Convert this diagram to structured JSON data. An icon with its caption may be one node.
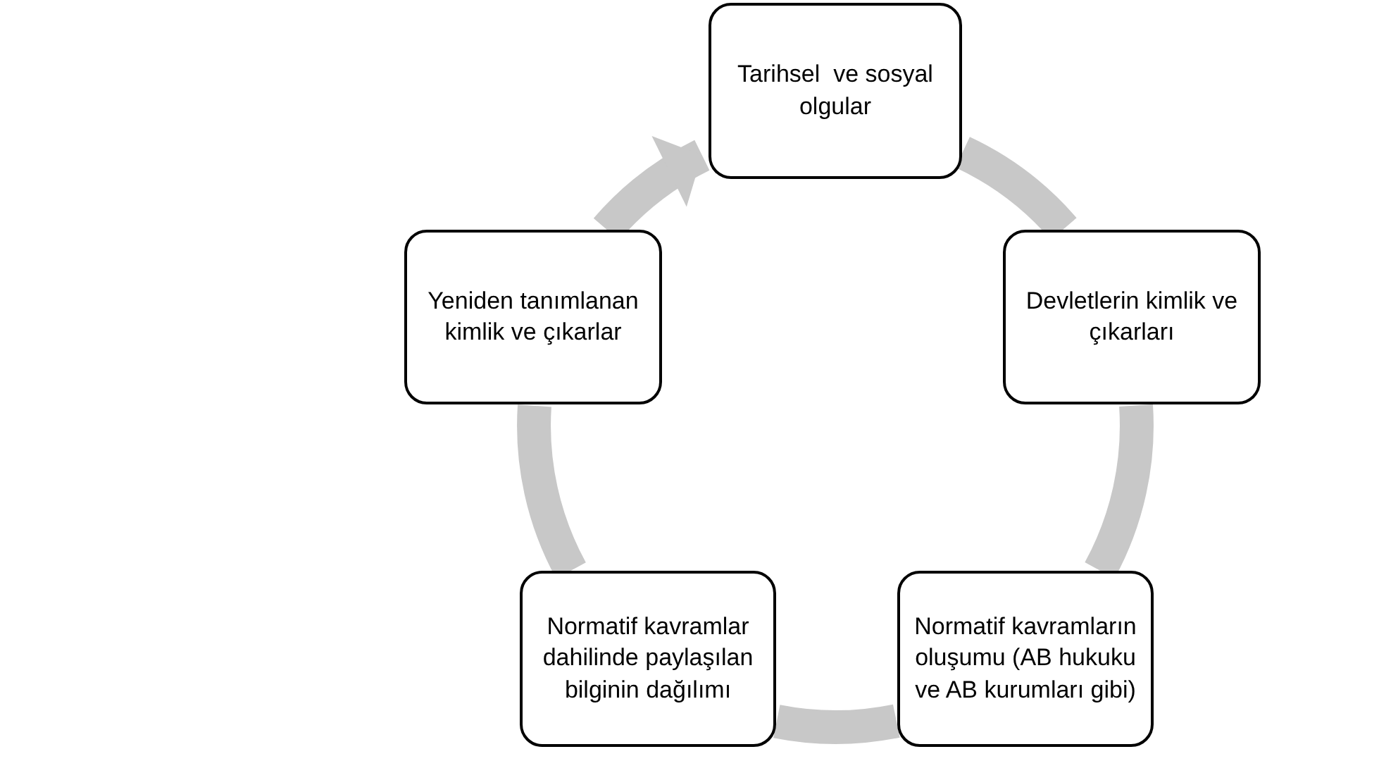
{
  "diagram": {
    "nodes": [
      {
        "text": [
          "Tarihsel  ve sosyal olgular"
        ]
      },
      {
        "text": [
          "Devletlerin kimlik ve çıkarları"
        ]
      },
      {
        "text": [
          "Normatif kavramların oluşumu (AB hukuku ve AB kurumları gibi)"
        ]
      },
      {
        "text": [
          "Normatif kavramlar dahilinde paylaşılan bilginin dağılımı"
        ]
      },
      {
        "text": [
          "Yeniden tanımlanan kimlik ve çıkarlar"
        ]
      }
    ],
    "edges": [
      {
        "from": 0,
        "to": 1,
        "arrow": "none"
      },
      {
        "from": 1,
        "to": 2,
        "arrow": "none"
      },
      {
        "from": 2,
        "to": 3,
        "arrow": "none"
      },
      {
        "from": 3,
        "to": 4,
        "arrow": "none"
      },
      {
        "from": 4,
        "to": 0,
        "arrow": "to"
      }
    ]
  }
}
